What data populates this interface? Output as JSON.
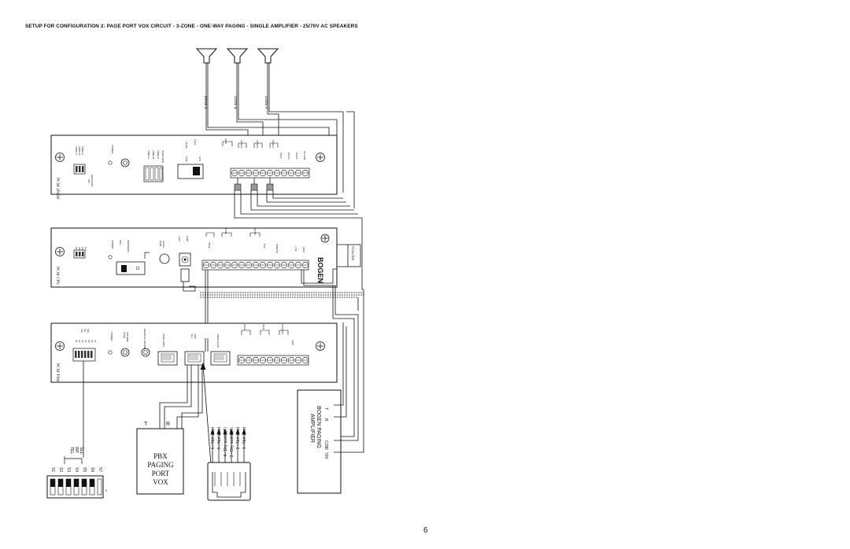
{
  "title": "SETUP FOR CONFIGURATION 2: PAGE PORT VOX CIRCUIT - 3-ZONE - ONE-WAY PAGING - SINGLE AMPLIFIER - 25/70V AC SPEAKERS",
  "page_number": "6",
  "speakers": [
    {
      "label": "ZONE C"
    },
    {
      "label": "ZONE B"
    },
    {
      "label": "ZONE A"
    }
  ],
  "modules": {
    "pzm": {
      "name": "PCM 2PZM",
      "labels": [
        "ZONE A",
        "ZONE B",
        "ZONE C",
        "ON",
        "SEPARATE",
        "POWER",
        "ZONE A",
        "ZONE B",
        "ZONE C",
        "OVER RIDE",
        "LEVEL",
        "TEST",
        "PZM",
        "SPK",
        "GAIN",
        "ZONE A",
        "ZONE B",
        "ZONE C",
        "75V A",
        "BUS A",
        "BUS B",
        "AC COM"
      ]
    },
    "cpu": {
      "name": "PCM CPU",
      "labels": [
        "S1",
        "S2",
        "S3",
        "S4",
        "POWER",
        "BUS",
        "PROGRAM",
        "GAIN",
        "LEVEL",
        "+24V",
        "COM",
        "PAGE",
        "TONE",
        "MUSIC",
        "BUS",
        "REMOTE",
        "+ 24V",
        "COM"
      ],
      "brand": "BOGEN"
    },
    "tim": {
      "name": "PCM TIM",
      "labels": [
        "S1",
        "S2",
        "S3",
        "S4",
        "S5",
        "S6",
        "S7",
        "POWER",
        "PAGE",
        "VOLUME",
        "RECEIVE VOLUME",
        "PAGE PORT",
        "TEL",
        "LINE",
        "VOICE EVAC",
        "PAGE",
        "TALK",
        "CONTACT",
        "COM",
        "INT",
        "SEL",
        "TEL"
      ]
    },
    "pre_label": "PCM-PRE"
  },
  "pbx": {
    "lines": [
      "PBX",
      "PAGING",
      "PORT",
      "VOX"
    ],
    "terminal_t": "T",
    "terminal_r": "R"
  },
  "amplifier": {
    "lines": [
      "BOGEN PAGING",
      "AMPLIFIER"
    ],
    "terminals": [
      "70V",
      "COM",
      "R",
      "T"
    ]
  },
  "rj_pinout": [
    "6 - Not used",
    "5 - Not used",
    "4 - Dry audio (T)",
    "3 - Dry audio (R)",
    "2 - Not used",
    "1 - Not used"
  ],
  "dip_detail": {
    "switches": [
      "S1",
      "S2",
      "S3",
      "S4",
      "S5",
      "S6",
      "S7"
    ],
    "function_labels": [
      "TEL",
      "INT",
      "SEL"
    ],
    "on_label": "0"
  }
}
